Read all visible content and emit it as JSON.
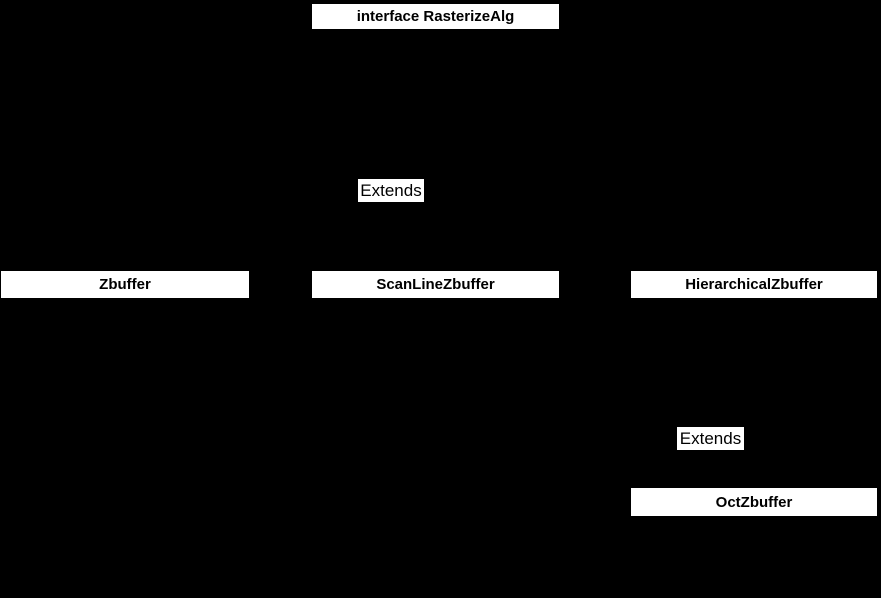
{
  "diagram": {
    "background_color": "#000000",
    "node_fill_color": "#ffffff",
    "node_border_color": "#000000",
    "text_color": "#000000",
    "nodes": [
      {
        "id": "interface-rasterizealg",
        "label": "interface RasterizeAlg"
      },
      {
        "id": "zbuffer",
        "label": "Zbuffer"
      },
      {
        "id": "scanlinezbuffer",
        "label": "ScanLineZbuffer"
      },
      {
        "id": "hierarchicalzbuffer",
        "label": "HierarchicalZbuffer"
      },
      {
        "id": "octzbuffer",
        "label": "OctZbuffer"
      }
    ],
    "edge_labels": [
      {
        "id": "extends-top",
        "label": "Extends"
      },
      {
        "id": "extends-bottom",
        "label": "Extends"
      }
    ]
  }
}
